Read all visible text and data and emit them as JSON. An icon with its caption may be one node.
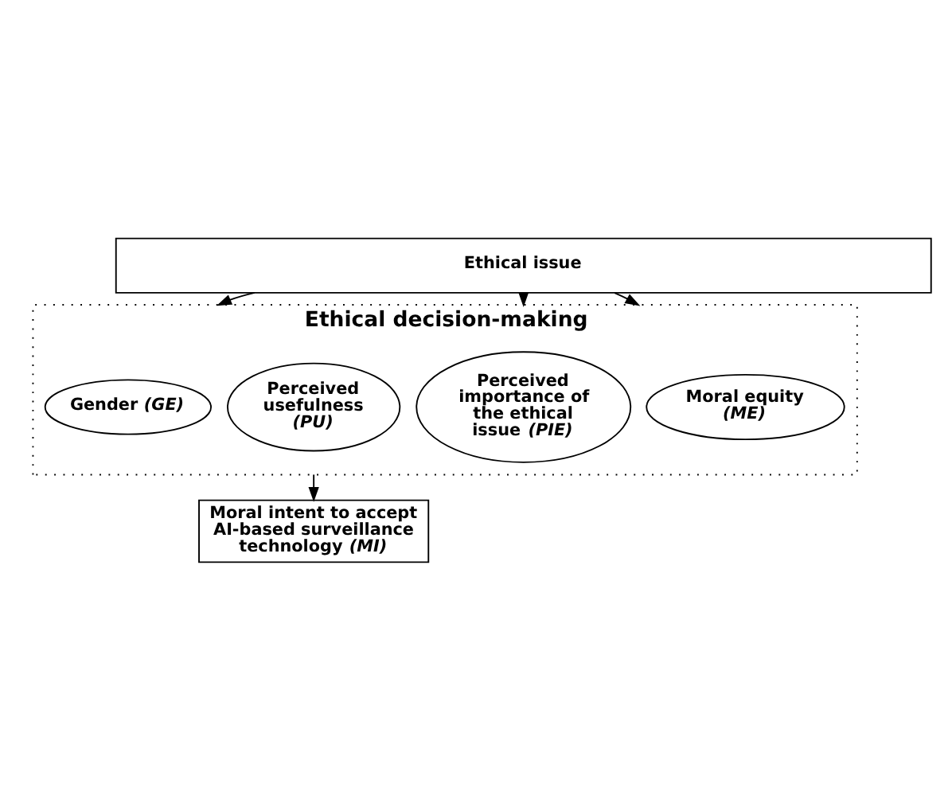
{
  "diagram": {
    "nodes": [
      {
        "text": [
          "Ethical issue"
        ]
      },
      {
        "text": [
          "Ethical decision-making"
        ]
      },
      {
        "text": [
          "Moral equity *(ME)*"
        ],
        "in": 1
      },
      {
        "text": [
          "Perceived importance of the ethical issue *(PIE)*"
        ],
        "in": 1
      },
      {
        "text": [
          "Perceived usefulness *(PU)*"
        ],
        "in": 1
      },
      {
        "text": [
          "Gender *(GE)*"
        ],
        "in": 1
      },
      {
        "text": [
          "Moral intent to accept AI-based surveillance technology *(MI)*"
        ]
      }
    ],
    "edges": [
      {
        "from": 0,
        "to": 1,
        "arrow": "to"
      },
      {
        "from": 0,
        "to": 1,
        "arrow": "to"
      },
      {
        "from": 0,
        "to": 1,
        "arrow": "to"
      },
      {
        "from": 1,
        "to": 6,
        "arrow": "to"
      }
    ]
  }
}
